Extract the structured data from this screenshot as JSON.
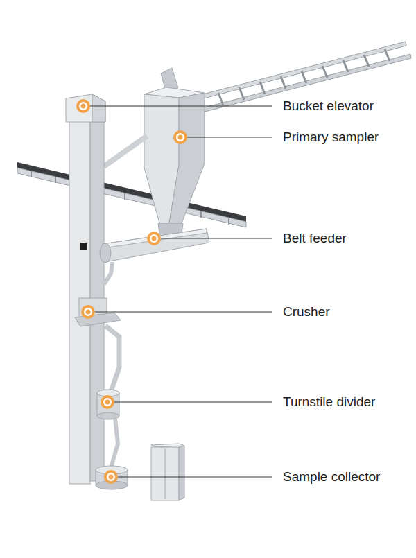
{
  "diagram": {
    "labels": [
      "Bucket elevator",
      "Primary sampler",
      "Belt feeder",
      "Crusher",
      "Turnstile divider",
      "Sample collector"
    ]
  }
}
